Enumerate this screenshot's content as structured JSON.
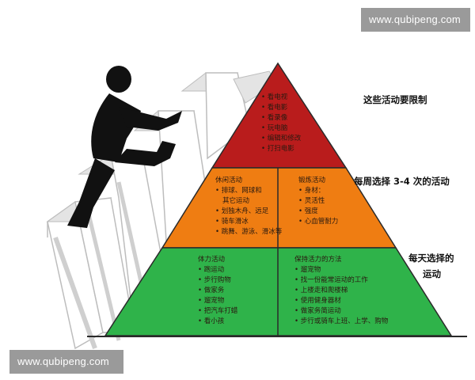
{
  "watermarks": {
    "top": "www.qubipeng.com",
    "bottom": "www.qubipeng.com"
  },
  "colors": {
    "top_tier": "#b91c1c",
    "middle_tier": "#ef7d12",
    "bottom_tier": "#2fb34a",
    "stairs": "#ffffff",
    "stair_shadow": "#cfcfcf",
    "figure": "#111111"
  },
  "icons": {
    "figure": "stick-figure-climbing-icon",
    "stairs": "staircase-icon"
  },
  "tiers": {
    "top": {
      "label": "这些活动要限制",
      "items": [
        "看电视",
        "看电影",
        "看录像",
        "玩电脑",
        "编辑和修改",
        "打扫电影"
      ]
    },
    "middle": {
      "label": "每周选择 3-4 次的活动",
      "left": {
        "heading": "休闲活动",
        "items": [
          "排球、网球和",
          "其它运动",
          "划独木舟、远足",
          "骑车滑冰",
          "跳舞、游泳、滑冰等"
        ]
      },
      "right": {
        "heading": "锻炼活动",
        "items": [
          "身材：",
          "灵活性",
          "强度",
          "心血管耐力"
        ]
      }
    },
    "bottom": {
      "label_line1": "每天选择的",
      "label_line2": "运动",
      "left": {
        "heading": "体力活动",
        "items": [
          "跑运动",
          "步行购物",
          "做家务",
          "遛宠物",
          "把汽车打蜡",
          "看小孩"
        ]
      },
      "right": {
        "heading": "保持活力的方法",
        "items": [
          "遛宠物",
          "找一份能常运动的工作",
          "上楼走和爬楼梯",
          "使用健身器材",
          "做家务简运动",
          "步行或骑车上班、上学、购物"
        ]
      }
    }
  }
}
